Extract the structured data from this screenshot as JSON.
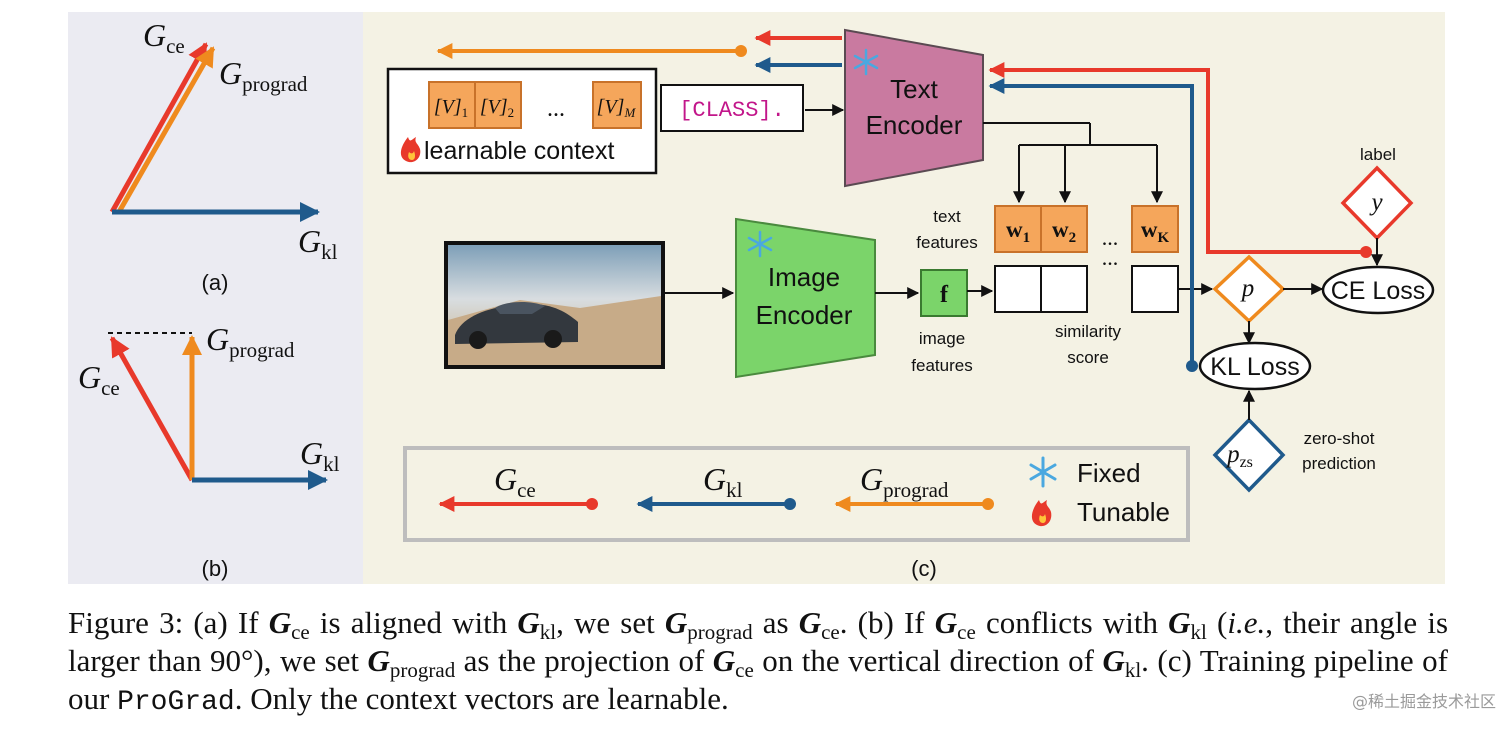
{
  "panel_a": {
    "label": "(a)",
    "g_ce": {
      "main": "G",
      "sub": "ce"
    },
    "g_prograd": {
      "main": "G",
      "sub": "prograd"
    },
    "g_kl": {
      "main": "G",
      "sub": "kl"
    }
  },
  "panel_b": {
    "label": "(b)",
    "g_ce": {
      "main": "G",
      "sub": "ce"
    },
    "g_prograd": {
      "main": "G",
      "sub": "prograd"
    },
    "g_kl": {
      "main": "G",
      "sub": "kl"
    }
  },
  "panel_c": {
    "label": "(c)",
    "context": {
      "token_1": {
        "main": "[V]",
        "sub": "1"
      },
      "token_2": {
        "main": "[V]",
        "sub": "2"
      },
      "ellipsis": "...",
      "token_m": {
        "main": "[V]",
        "sub": "M"
      },
      "caption": "learnable context"
    },
    "class_token": "[CLASS].",
    "text_encoder": {
      "line1": "Text",
      "line2": "Encoder"
    },
    "image_encoder": {
      "line1": "Image",
      "line2": "Encoder"
    },
    "text_features_label": {
      "line1": "text",
      "line2": "features"
    },
    "image_features_label": {
      "line1": "image",
      "line2": "features"
    },
    "feature_f": "f",
    "weights": {
      "w1": {
        "main": "w",
        "sub": "1"
      },
      "w2": {
        "main": "w",
        "sub": "2"
      },
      "ellipsis": "...",
      "wk": {
        "main": "w",
        "sub": "K"
      }
    },
    "similarity_label": {
      "line1": "similarity",
      "line2": "score"
    },
    "score_ellipsis": "...",
    "p": "p",
    "label_text": "label",
    "y": "y",
    "ce_loss": "CE Loss",
    "kl_loss": "KL Loss",
    "p_zs": {
      "main": "p",
      "sub": "zs"
    },
    "zero_shot_label": {
      "line1": "zero-shot",
      "line2": "prediction"
    },
    "legend": {
      "g_ce": {
        "main": "G",
        "sub": "ce"
      },
      "g_kl": {
        "main": "G",
        "sub": "kl"
      },
      "g_prograd": {
        "main": "G",
        "sub": "prograd"
      },
      "fixed": "Fixed",
      "tunable": "Tunable"
    }
  },
  "colors": {
    "ce_red": "#e8392b",
    "kl_blue": "#1f5a8c",
    "prograd_orange": "#ef8a1e",
    "token_fill": "#f5a65b",
    "text_encoder_fill": "#c97aa0",
    "image_encoder_fill": "#7bd46a",
    "panel_bg": "#f4f2e4"
  },
  "caption": {
    "t1": "Figure 3: (a) If ",
    "g1": "G",
    "s1": "ce",
    "t2": " is aligned with ",
    "g2": "G",
    "s2": "kl",
    "t3": ", we set ",
    "g3": "G",
    "s3": "prograd",
    "t4": " as ",
    "g4": "G",
    "s4": "ce",
    "t5": ". (b) If ",
    "g5": "G",
    "s5": "ce",
    "t6": " conflicts with ",
    "g6": "G",
    "s6": "kl",
    "t7": " (",
    "ie": "i.e.",
    "t8": ", their angle is larger than 90°), we set ",
    "g7": "G",
    "s7": "prograd",
    "t9": " as the projection of ",
    "g8": "G",
    "s8": "ce",
    "t10": " on the vertical direction of ",
    "g9": "G",
    "s9": "kl",
    "t11": ". (c) Training pipeline of our ",
    "mono": "ProGrad",
    "t12": ". Only the context vectors are learnable."
  },
  "watermark": "@稀土掘金技术社区"
}
